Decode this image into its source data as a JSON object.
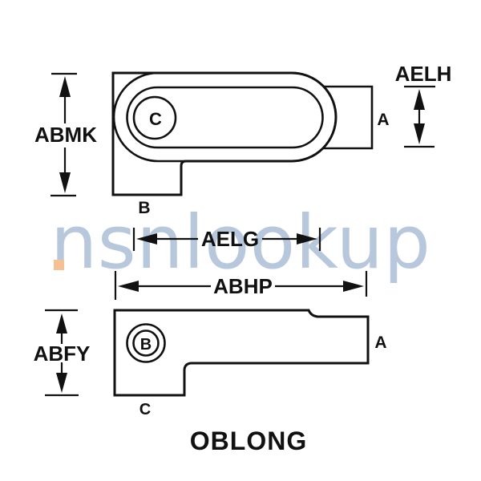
{
  "caption": "OBLONG",
  "watermark": {
    "text": "nsnlookup"
  },
  "colors": {
    "ink": "#111111",
    "watermark": "#b7c7dc",
    "watermark_dot": "#f4c094"
  },
  "top_view": {
    "opening_label": "C",
    "hub_label": "A",
    "foot_label": "B",
    "dim_height": "ABMK",
    "dim_hub_height": "AELH",
    "dim_opening_length": "AELG"
  },
  "side_view": {
    "opening_label": "B",
    "hub_label": "A",
    "foot_label": "C",
    "dim_height": "ABFY",
    "dim_overall_length": "ABHP"
  }
}
